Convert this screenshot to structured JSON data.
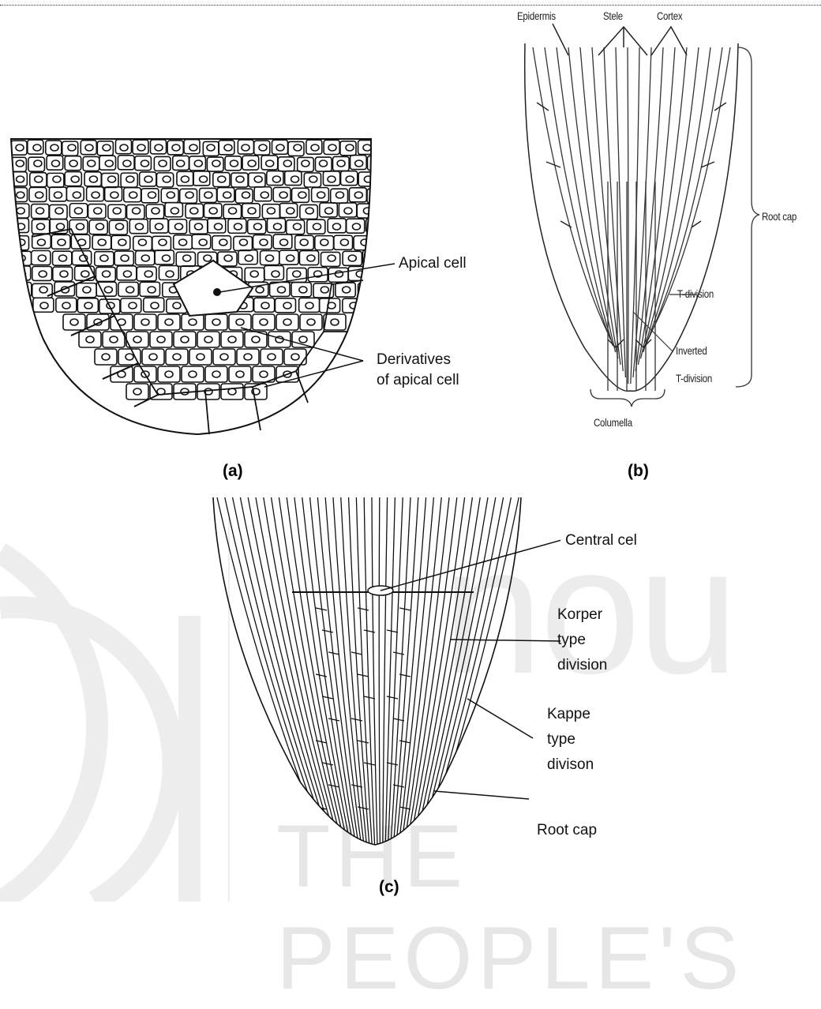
{
  "panels": {
    "a": {
      "caption": "(a)",
      "labels": {
        "apical_cell": "Apical cell",
        "derivatives_line1": "Derivatives",
        "derivatives_line2": "of apical cell"
      }
    },
    "b": {
      "caption": "(b)",
      "labels": {
        "epidermis": "Epidermis",
        "stele": "Stele",
        "cortex": "Cortex",
        "root_cap": "Root cap",
        "t_division": "T-division",
        "inverted_line1": "Inverted",
        "inverted_line2": "T-division",
        "columella": "Columella"
      }
    },
    "c": {
      "caption": "(c)",
      "labels": {
        "central_cell": "Central cel",
        "korper_line1": "Korper",
        "korper_line2": "type",
        "korper_line3": "division",
        "kappe_line1": "Kappe",
        "kappe_line2": "type",
        "kappe_line3": "divison",
        "root_cap": "Root cap"
      }
    }
  },
  "watermark": {
    "text": "THE PEOPLE'S",
    "partial_word": "nou"
  },
  "colors": {
    "ink": "#111111",
    "watermark": "#e6e6e6"
  }
}
